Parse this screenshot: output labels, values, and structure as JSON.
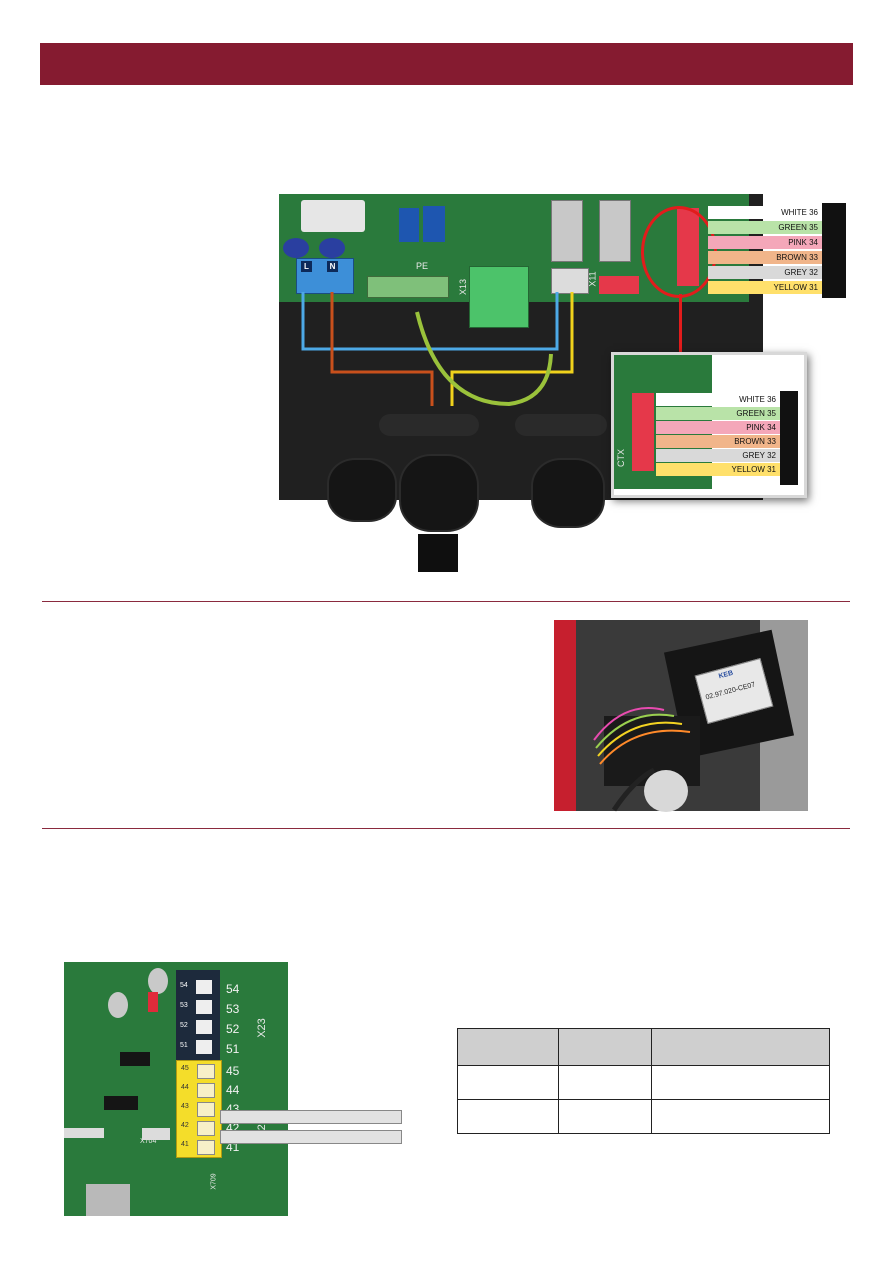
{
  "main_figure": {
    "terminal_labels": [
      "L",
      "N"
    ],
    "board_labels": [
      "X13",
      "X11",
      "PE"
    ],
    "wire_labels": [
      {
        "text": "WHITE 36",
        "color": "#ffffff"
      },
      {
        "text": "GREEN 35",
        "color": "#b9e3a8"
      },
      {
        "text": "PINK 34",
        "color": "#f4a7b9"
      },
      {
        "text": "BROWN 33",
        "color": "#f1b58a"
      },
      {
        "text": "GREY 32",
        "color": "#d9d9d9"
      },
      {
        "text": "YELLOW 31",
        "color": "#ffe06b"
      }
    ],
    "inset_wire_labels": [
      {
        "text": "WHITE 36",
        "color": "#ffffff"
      },
      {
        "text": "GREEN 35",
        "color": "#b9e3a8"
      },
      {
        "text": "PINK 34",
        "color": "#f4a7b9"
      },
      {
        "text": "BROWN 33",
        "color": "#f1b58a"
      },
      {
        "text": "GREY 32",
        "color": "#d9d9d9"
      },
      {
        "text": "YELLOW 31",
        "color": "#ffe06b"
      }
    ],
    "inset_board_label": "CTX"
  },
  "filter_figure": {
    "brand": "KEB",
    "part_number": "02.97.020-CE07"
  },
  "terminal_figure": {
    "side_labels": [
      "X23",
      "X22"
    ],
    "dark_terminals": [
      "54",
      "53",
      "52",
      "51"
    ],
    "yellow_terminals": [
      "45",
      "44",
      "43",
      "42",
      "41"
    ],
    "outer_numbers": [
      "54",
      "53",
      "52",
      "51",
      "45",
      "44",
      "43",
      "42",
      "41"
    ],
    "connector_labels": [
      "X704",
      "X709"
    ]
  },
  "colors": {
    "header": "#851b30",
    "divider": "#8a2a3e"
  }
}
